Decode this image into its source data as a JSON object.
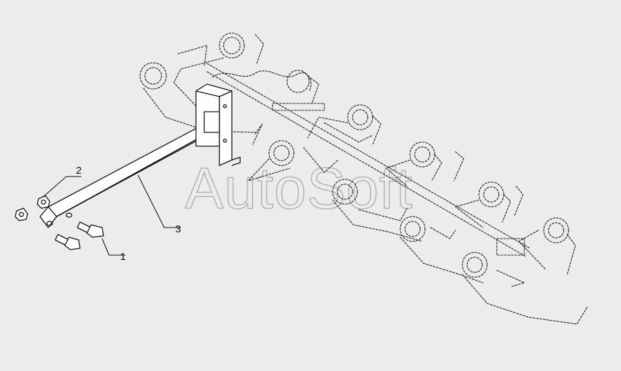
{
  "watermark": "AutoSoft",
  "callouts": [
    {
      "id": "1",
      "label": "1"
    },
    {
      "id": "2",
      "label": "2"
    },
    {
      "id": "3",
      "label": "3"
    }
  ],
  "colors": {
    "background": "#ececec",
    "line": "#111111",
    "watermark": "#b5b5b5"
  }
}
